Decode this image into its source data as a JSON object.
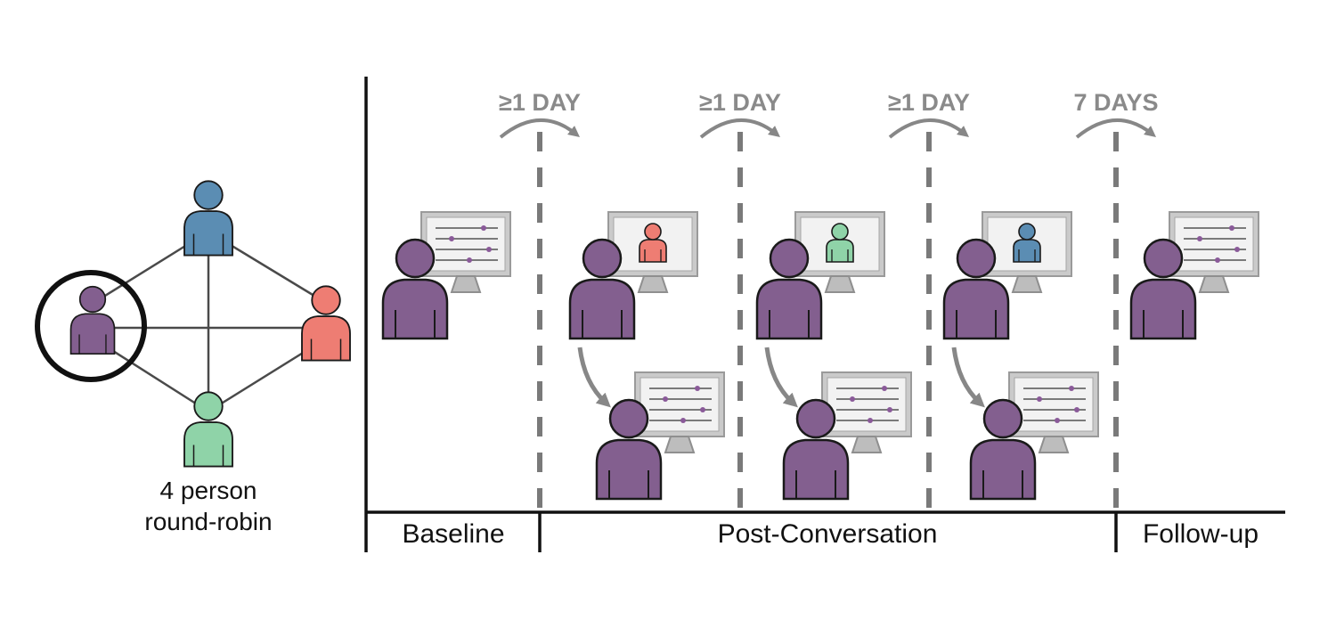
{
  "network": {
    "caption_line1": "4 person",
    "caption_line2": "round-robin",
    "colors": {
      "self": "#835f8f",
      "blue": "#5b8db3",
      "red": "#ee7d73",
      "green": "#8fd3a8"
    }
  },
  "timeline": {
    "intervals": [
      "≥1 DAY",
      "≥1 DAY",
      "≥1 DAY",
      "7 DAYS"
    ],
    "phases": [
      "Baseline",
      "Post-Conversation",
      "Follow-up"
    ],
    "conversation_partner_colors": [
      "#ee7d73",
      "#8fd3a8",
      "#5b8db3"
    ]
  },
  "colors": {
    "participant": "#835f8f",
    "arrow": "#878787",
    "interval_text": "#8a8a8a",
    "monitor_frame": "#c9c9c9",
    "survey_dot": "#8a5a99"
  }
}
